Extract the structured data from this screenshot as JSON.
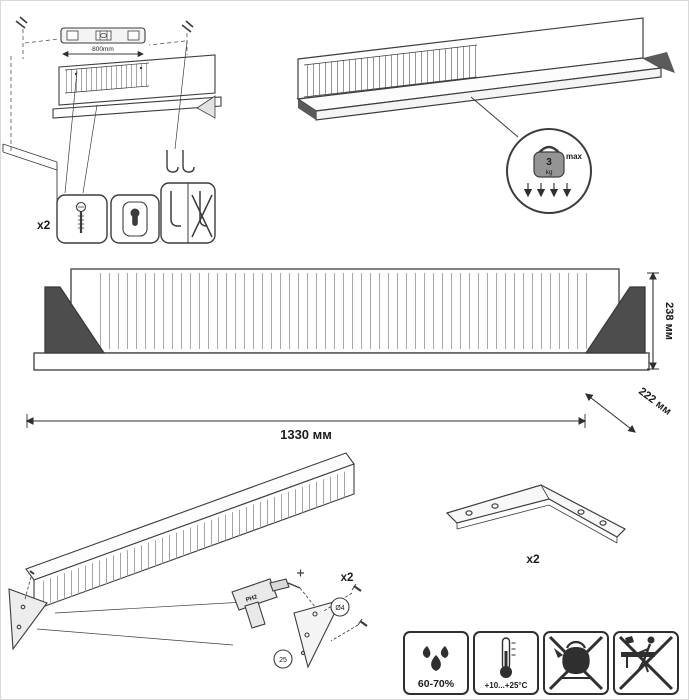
{
  "sheet": {
    "background": "#ffffff",
    "line_color": "#3c3c3c",
    "accent_dark": "#4d4d4d"
  },
  "wall_mounting": {
    "level_measure": "800mm",
    "hardware_qty": "x2"
  },
  "load_limit": {
    "weight": "3",
    "unit": "kg",
    "max_label": "max"
  },
  "dimensions": {
    "width": "1330 мм",
    "height": "238 мм",
    "depth": "222 мм"
  },
  "assembly": {
    "bracket_qty": "x2",
    "bit_label": "PH2",
    "screw_diameter": "Ø4",
    "screw_length": "25"
  },
  "bracket_part": {
    "qty": "x2"
  },
  "conditions": {
    "humidity": "60-70%",
    "temperature": "+10...+25°C"
  },
  "icons": {
    "spirit_level": "spirit-level-icon",
    "screw_anchor": "screw-anchor-icon",
    "keyhole_plate": "keyhole-plate-icon",
    "hook_allowed": "hook-allowed-icon",
    "hook_crossed": "hook-crossed-icon",
    "weight_limit": "kettlebell-icon",
    "screwdriver": "screwdriver-icon",
    "humidity_drops": "humidity-drops-icon",
    "thermometer": "thermometer-icon",
    "no_hot_items": "no-kettle-icon",
    "no_climbing": "no-climbing-icon"
  }
}
